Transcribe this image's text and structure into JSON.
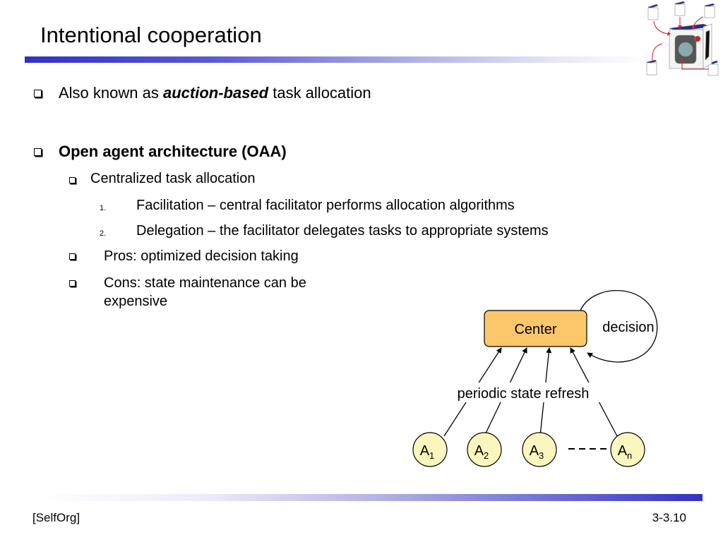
{
  "slide": {
    "title": "Intentional cooperation",
    "bullets": [
      {
        "level": 1,
        "prefix": "Also known as ",
        "emphasis": "auction-based",
        "suffix": " task allocation"
      },
      {
        "level": 1,
        "text": "Open agent architecture (OAA)",
        "bold": true
      },
      {
        "level": 2,
        "text": "Centralized task allocation"
      },
      {
        "level": 3,
        "number": "1.",
        "text": "Facilitation – central facilitator performs allocation algorithms"
      },
      {
        "level": 3,
        "number": "2.",
        "text": "Delegation – the facilitator delegates tasks to appropriate systems"
      },
      {
        "level": 2,
        "text": "Pros: optimized decision taking"
      },
      {
        "level": 2,
        "text_line1": "Cons: state maintenance can be",
        "text_line2": "expensive"
      }
    ]
  },
  "diagram": {
    "center_label": "Center",
    "loop_label": "decision",
    "edge_label": "periodic state refresh",
    "agents": [
      {
        "base": "A",
        "sub": "1"
      },
      {
        "base": "A",
        "sub": "2"
      },
      {
        "base": "A",
        "sub": "3"
      },
      {
        "base": "A",
        "sub": "n"
      }
    ],
    "colors": {
      "center_fill": "#fbc76a",
      "agent_fill": "#fbf6bd",
      "stroke": "#000000"
    }
  },
  "logo": {
    "icon": "robot-cubes-logo-icon"
  },
  "footer": {
    "left": "[SelfOrg]",
    "right": "3-3.10"
  },
  "colors": {
    "accent_blue": "#3131c6"
  }
}
